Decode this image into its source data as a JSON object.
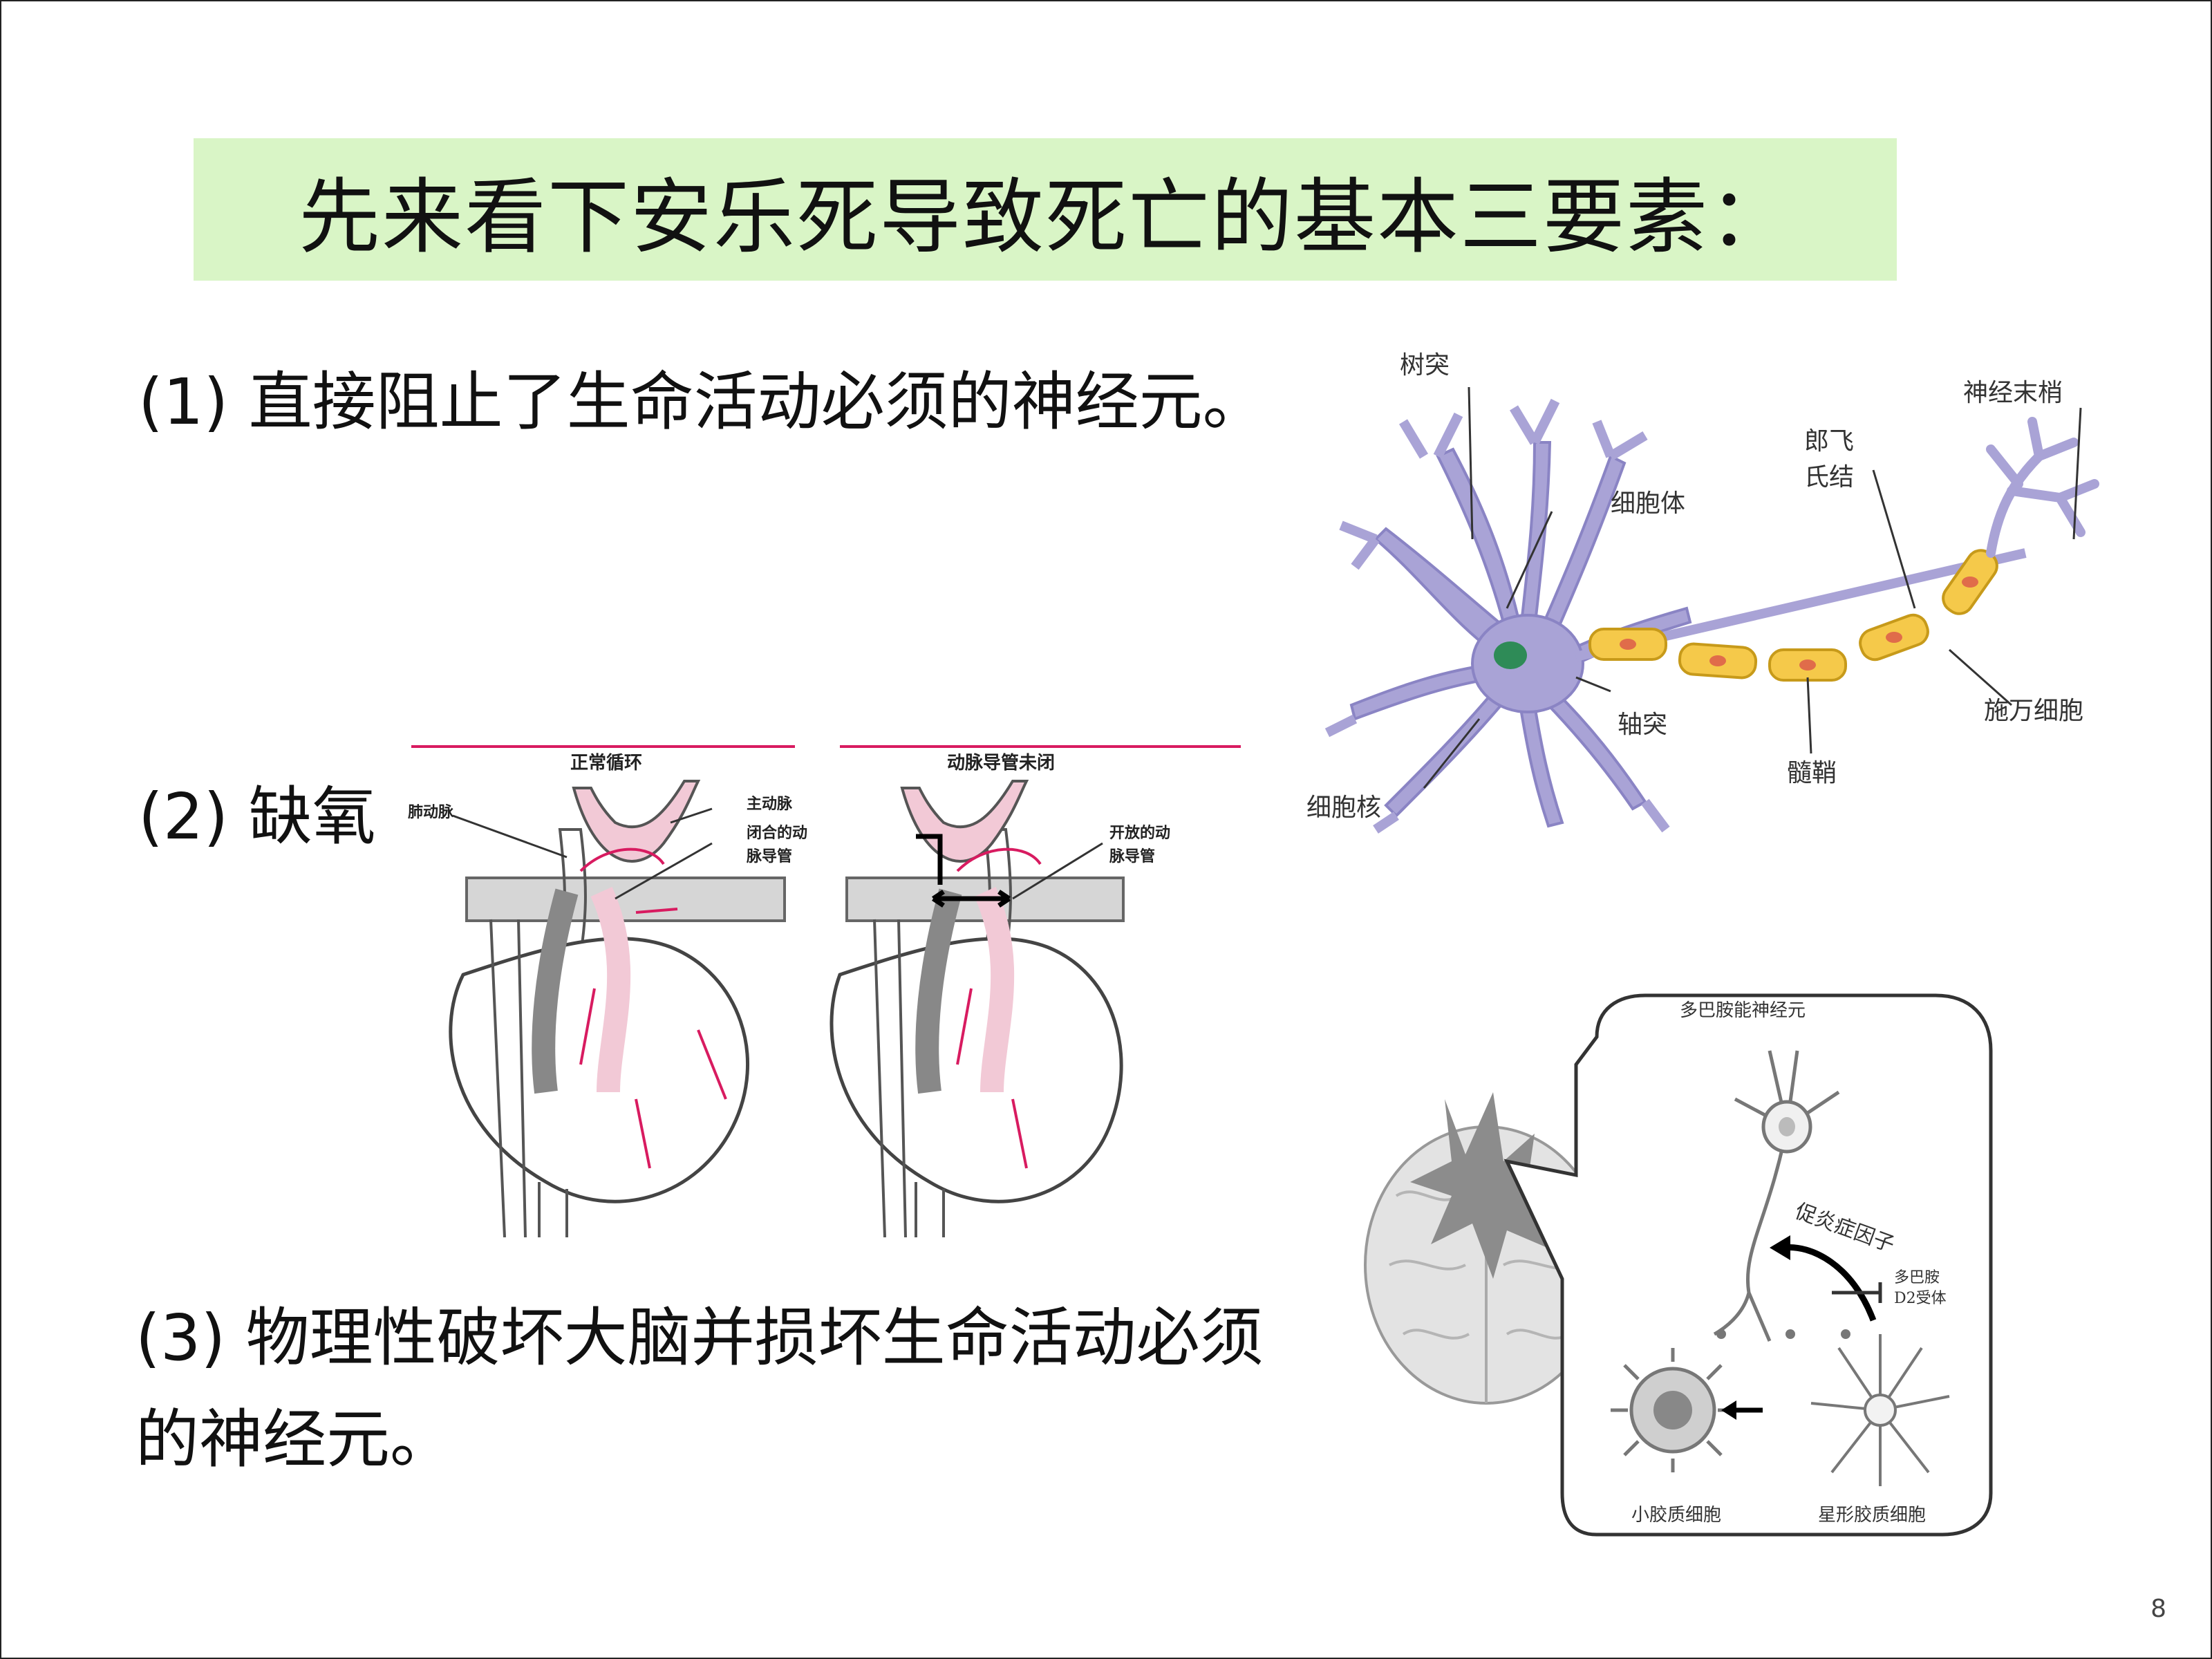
{
  "title": "先来看下安乐死导致死亡的基本三要素：",
  "points": [
    "(1) 直接阻止了生命活动必须的神经元。",
    "(2) 缺氧",
    "(3) 物理性破坏大脑并损坏生命活动必须的神经元。"
  ],
  "page_number": "8",
  "neuron_figure": {
    "labels": {
      "dendrite": "树突",
      "cell_body": "细胞体",
      "nucleus": "细胞核",
      "axon": "轴突",
      "myelin": "髓鞘",
      "node_ranvier_1": "郎飞",
      "node_ranvier_2": "氏结",
      "axon_terminal": "神经末梢",
      "schwann_cell": "施万细胞"
    },
    "colors": {
      "neuron": "#a9a3d6",
      "myelin": "#f5c94a",
      "nucleus": "#2e8b57"
    }
  },
  "heart_figure": {
    "left_title": "正常循环",
    "right_title": "动脉导管未闭",
    "left_labels": {
      "pulmonary": "肺动脉",
      "aorta": "主动脉",
      "closed_duct_1": "闭合的动",
      "closed_duct_2": "脉导管"
    },
    "right_labels": {
      "open_duct_1": "开放的动",
      "open_duct_2": "脉导管"
    },
    "colors": {
      "accent": "#d81b60",
      "vessel": "#f2c9d6"
    }
  },
  "brain_figure": {
    "labels": {
      "dopamine_neuron": "多巴胺能神经元",
      "inflammatory": "促炎症因子",
      "d2_1": "多巴胺",
      "d2_2": "D2受体",
      "microglia": "小胶质细胞",
      "astrocyte": "星形胶质细胞"
    }
  }
}
